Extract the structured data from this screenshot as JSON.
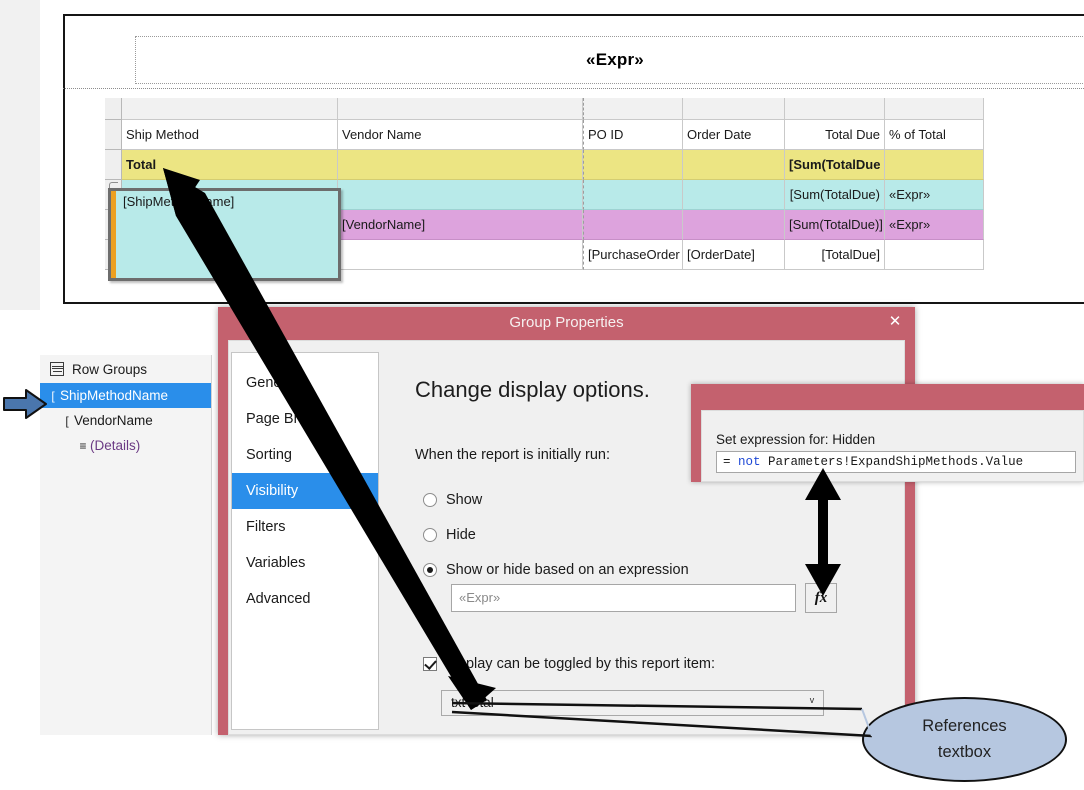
{
  "designer": {
    "header_expression": "«Expr»",
    "tablix": {
      "columns": [
        "Ship Method",
        "Vendor Name",
        "PO ID",
        "Order Date",
        "Total Due",
        "% of Total"
      ],
      "rows": [
        {
          "kind": "total",
          "cells": [
            "Total",
            "",
            "",
            "",
            "[Sum(TotalDue",
            ""
          ]
        },
        {
          "kind": "group1",
          "cells": [
            "[ShipMethodName]",
            "",
            "",
            "",
            "[Sum(TotalDue)",
            "«Expr»"
          ]
        },
        {
          "kind": "group2",
          "cells": [
            "",
            "[VendorName]",
            "",
            "",
            "[Sum(TotalDue)]",
            "«Expr»"
          ]
        },
        {
          "kind": "details",
          "cells": [
            "",
            "",
            "[PurchaseOrder",
            "[OrderDate]",
            "[TotalDue]",
            ""
          ]
        }
      ]
    },
    "selected_textbox": {
      "label": "[ShipMethodName]"
    }
  },
  "row_groups": {
    "title": "Row Groups",
    "items": [
      {
        "label": "ShipMethodName",
        "icon": "group-bracket-icon",
        "selected": true
      },
      {
        "label": "VendorName",
        "icon": "group-bracket-icon",
        "selected": false
      },
      {
        "label": "(Details)",
        "icon": "details-lines-icon",
        "selected": false
      }
    ]
  },
  "group_dialog": {
    "title": "Group Properties",
    "close_label": "✕",
    "nav_items": [
      "General",
      "Page Breaks",
      "Sorting",
      "Visibility",
      "Filters",
      "Variables",
      "Advanced"
    ],
    "active_nav": "Visibility",
    "pane_title": "Change display options.",
    "pane_subtitle": "When the report is initially run:",
    "radio_show": "Show",
    "radio_hide": "Hide",
    "radio_expression": "Show or hide based on an expression",
    "expression_placeholder": "«Expr»",
    "fx_label": "fx",
    "toggle_checkbox_label": "Display can be toggled by this report item:",
    "toggle_selected_value": "txtTotal",
    "chevron": "ᵛ"
  },
  "expression_dialog": {
    "label": "Set expression for: Hidden",
    "value_prefix": "= ",
    "value_keyword": "not",
    "value_rest": " Parameters!ExpandShipMethods.Value"
  },
  "callout": {
    "line1": "References",
    "line2": "textbox"
  },
  "colors": {
    "dialog_chrome": "#c4616e",
    "nav_highlight": "#2a8eea",
    "total_row": "#ece583",
    "group1_row": "#b8eae9",
    "group2_row": "#dda3dd",
    "selection_handle": "#eda021",
    "callout_fill": "#b6c7e0",
    "arrow_blue": "#4a76ad"
  }
}
